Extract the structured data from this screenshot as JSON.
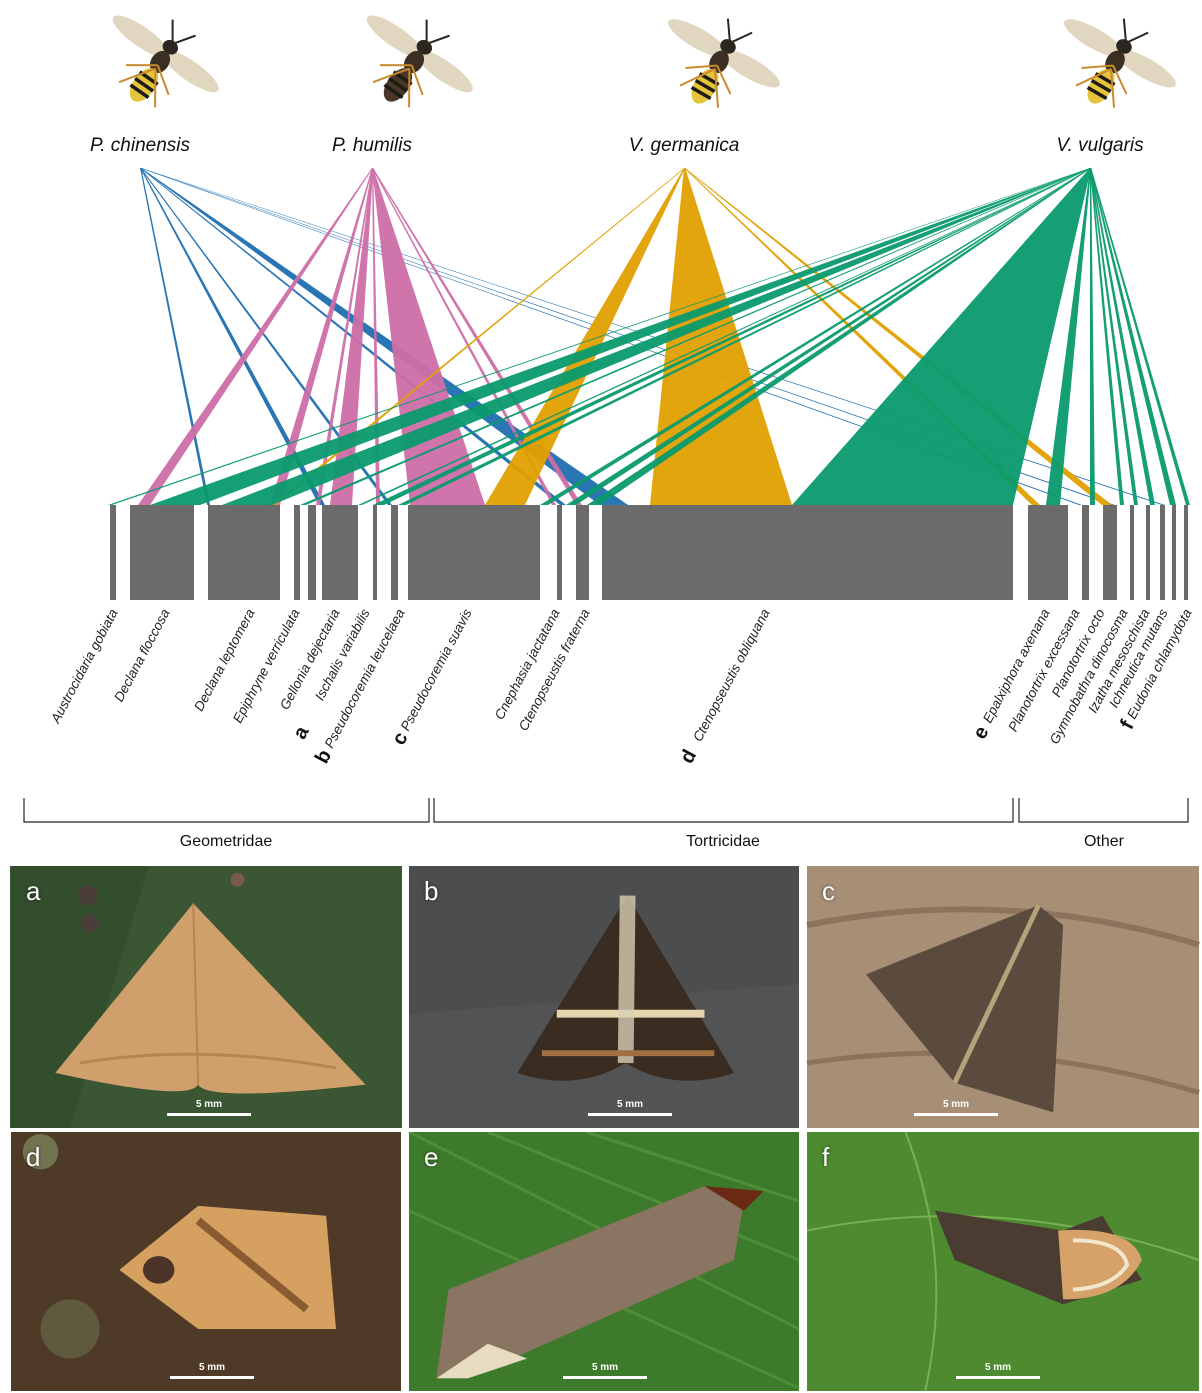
{
  "colors": {
    "p_chinensis": "#1f6fb0",
    "p_humilis": "#cd6ea8",
    "v_germanica": "#e0a000",
    "v_vulgaris": "#0a9a6e",
    "bar": "#6b6b6b"
  },
  "wasps": [
    {
      "id": "pc",
      "name": "P. chinensis",
      "icon": "wasp-polistes-icon"
    },
    {
      "id": "ph",
      "name": "P. humilis",
      "icon": "wasp-polistes-icon"
    },
    {
      "id": "vg",
      "name": "V. germanica",
      "icon": "wasp-vespula-icon"
    },
    {
      "id": "vv",
      "name": "V. vulgaris",
      "icon": "wasp-vespula-icon"
    }
  ],
  "moths": [
    {
      "name": "Austrocidaria gobiata",
      "letter": ""
    },
    {
      "name": "Declana floccosa",
      "letter": ""
    },
    {
      "name": "Declana leptomera",
      "letter": ""
    },
    {
      "name": "Epiphryne verriculata",
      "letter": ""
    },
    {
      "name": "Gellonia dejectaria",
      "letter": ""
    },
    {
      "name": "Ischalis variabilis",
      "letter": "a"
    },
    {
      "name": "Pseudocoremia leucelaea",
      "letter": "b"
    },
    {
      "name": "Pseudocoremia suavis",
      "letter": "c"
    },
    {
      "name": "Cnephasia jactatana",
      "letter": ""
    },
    {
      "name": "Ctenopseustis fraterna",
      "letter": ""
    },
    {
      "name": "Ctenopseustis obliquana",
      "letter": "d"
    },
    {
      "name": "Epalxiphora axenana",
      "letter": "e"
    },
    {
      "name": "Planotortrix excessana",
      "letter": ""
    },
    {
      "name": "Planotortrix octo",
      "letter": ""
    },
    {
      "name": "Gymnobathra dinocosma",
      "letter": ""
    },
    {
      "name": "Izatha mesoschista",
      "letter": ""
    },
    {
      "name": "Ichneutica mutans",
      "letter": ""
    },
    {
      "name": "Eudonia chlamydota",
      "letter": "f"
    }
  ],
  "families": [
    "Geometridae",
    "Tortricidae",
    "Other"
  ],
  "photos": [
    {
      "label": "a",
      "scale": "5 mm",
      "icon": "moth-photo-icon"
    },
    {
      "label": "b",
      "scale": "5 mm",
      "icon": "moth-photo-icon"
    },
    {
      "label": "c",
      "scale": "5 mm",
      "icon": "moth-photo-icon"
    },
    {
      "label": "d",
      "scale": "5 mm",
      "icon": "moth-photo-icon"
    },
    {
      "label": "e",
      "scale": "5 mm",
      "icon": "moth-photo-icon"
    },
    {
      "label": "f",
      "scale": "5 mm",
      "icon": "moth-photo-icon"
    }
  ]
}
